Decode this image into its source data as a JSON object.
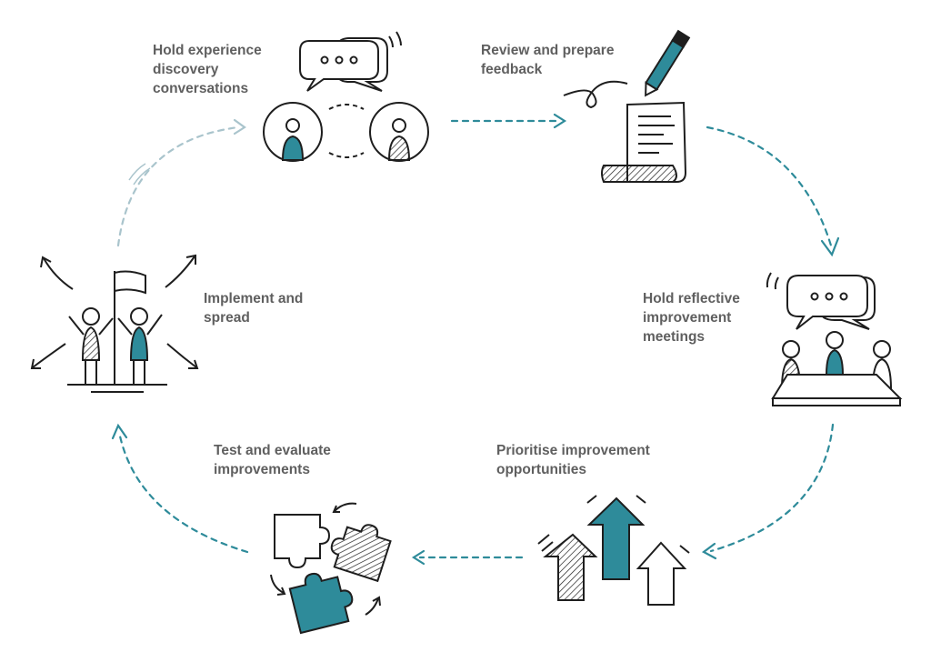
{
  "diagram": {
    "type": "cycle",
    "steps": [
      {
        "label": "Hold experience\ndiscovery\nconversations",
        "icon": "conversation-icon"
      },
      {
        "label": "Review and prepare\nfeedback",
        "icon": "pen-document-icon"
      },
      {
        "label": "Hold reflective\nimprovement\nmeetings",
        "icon": "meeting-icon"
      },
      {
        "label": "Prioritise improvement\nopportunities",
        "icon": "arrows-up-icon"
      },
      {
        "label": "Test and evaluate\nimprovements",
        "icon": "puzzle-icon"
      },
      {
        "label": "Implement and\nspread",
        "icon": "flag-people-icon"
      }
    ],
    "colors": {
      "accent": "#2e8b9a",
      "arrow": "#2e8b9a",
      "arrow_faded": "#a9c4cc",
      "ink": "#1e1e1e",
      "text": "#5f5f5f"
    }
  }
}
